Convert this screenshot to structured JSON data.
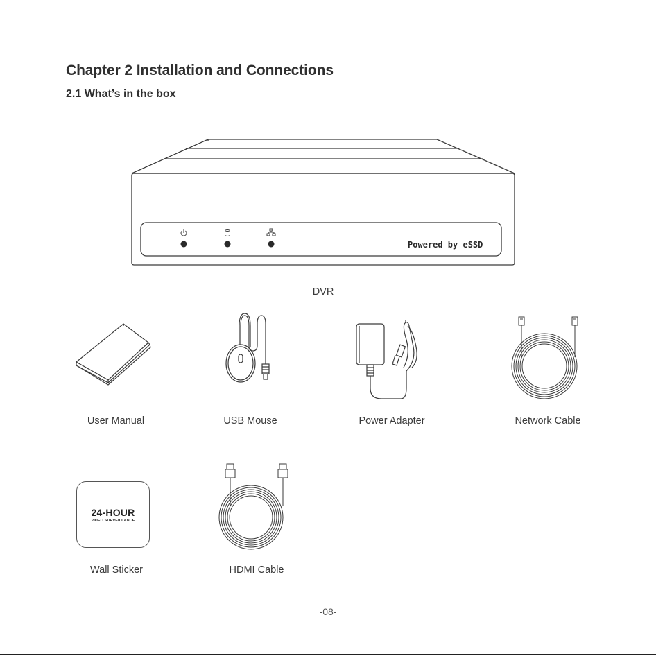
{
  "header": {
    "chapter_title": "Chapter 2 Installation and Connections",
    "section_title": "2.1 What’s in the box"
  },
  "dvr": {
    "caption": "DVR",
    "brand_text": "Powered by eSSD",
    "indicator_icons": [
      "power-icon",
      "hdd-icon",
      "network-icon"
    ]
  },
  "items": [
    {
      "caption": "User Manual",
      "icon": "user-manual-icon"
    },
    {
      "caption": "USB Mouse",
      "icon": "usb-mouse-icon"
    },
    {
      "caption": "Power Adapter",
      "icon": "power-adapter-icon"
    },
    {
      "caption": "Network Cable",
      "icon": "network-cable-icon"
    },
    {
      "caption": "Wall Sticker",
      "icon": "wall-sticker-icon"
    },
    {
      "caption": "HDMI Cable",
      "icon": "hdmi-cable-icon"
    }
  ],
  "sticker": {
    "main_text": "24-HOUR",
    "sub_text": "VIDEO SURVEILLANCE"
  },
  "footer": {
    "page_number": "-08-"
  }
}
